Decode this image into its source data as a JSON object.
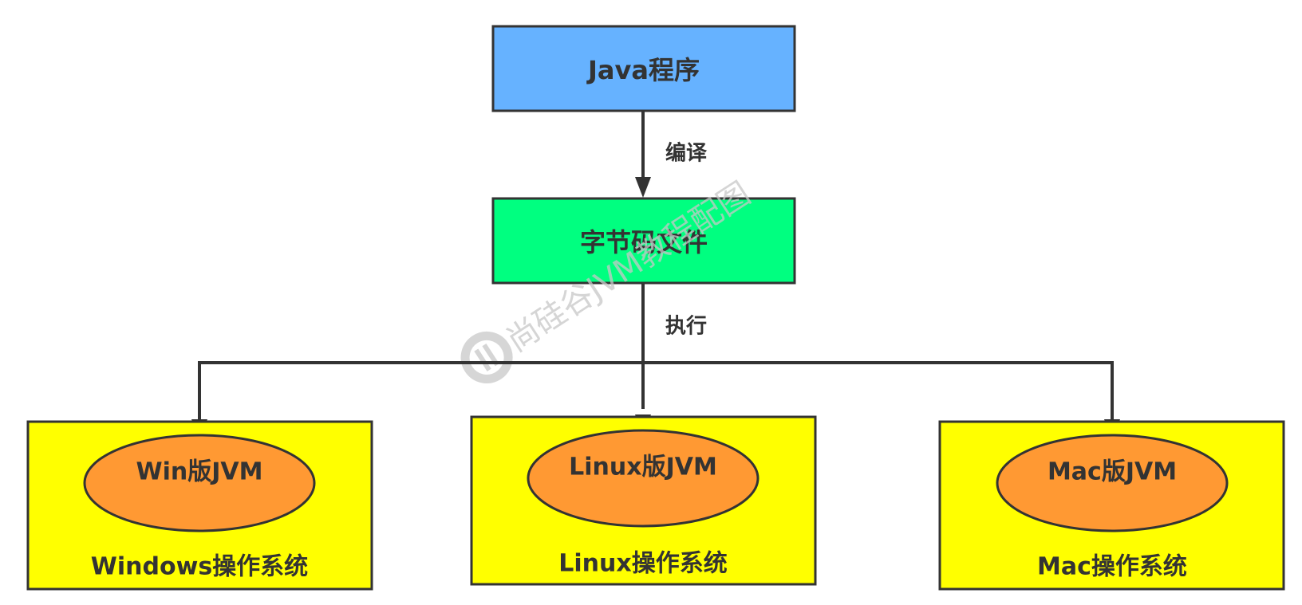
{
  "nodes": {
    "java_program": {
      "label": "Java程序",
      "fill": "#66b2ff"
    },
    "bytecode_file": {
      "label": "字节码文件",
      "fill": "#00ff80"
    },
    "windows_os": {
      "label": "Windows操作系统",
      "fill": "#ffff00"
    },
    "linux_os": {
      "label": "Linux操作系统",
      "fill": "#ffff00"
    },
    "mac_os": {
      "label": "Mac操作系统",
      "fill": "#ffff00"
    },
    "win_jvm": {
      "label": "Win版JVM",
      "fill": "#ff9933"
    },
    "linux_jvm": {
      "label": "Linux版JVM",
      "fill": "#ff9933"
    },
    "mac_jvm": {
      "label": "Mac版JVM",
      "fill": "#ff9933"
    }
  },
  "edges": {
    "compile_label": "编译",
    "execute_label": "执行"
  },
  "watermark": {
    "text": "尚硅谷JVM教程配图",
    "color": "#c8c8c8"
  },
  "colors": {
    "stroke": "#333333",
    "text": "#333333"
  }
}
